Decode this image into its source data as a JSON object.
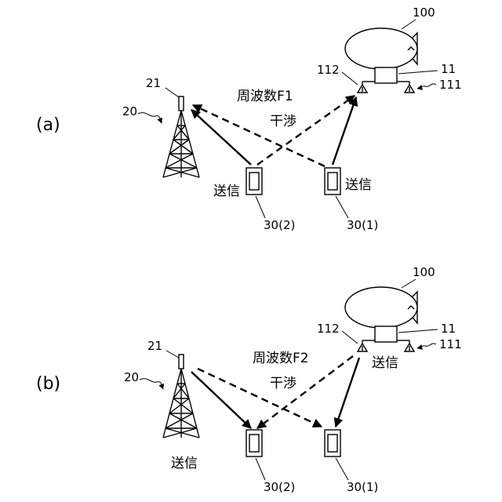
{
  "colors": {
    "line": "#000000",
    "background": "#ffffff"
  },
  "panels": [
    {
      "panel_label": "(a)",
      "frequency_label": "周波数F1",
      "interference_label": "干渉",
      "tower_ref": "20",
      "antenna_ref": "21",
      "airship_ref": "100",
      "gondola_ref": "11",
      "antenna_left_ref": "112",
      "antenna_right_ref": "111",
      "terminal_left_ref": "30(2)",
      "terminal_right_ref": "30(1)",
      "terminal_left_tx": "送信",
      "terminal_right_tx": "送信"
    },
    {
      "panel_label": "(b)",
      "frequency_label": "周波数F2",
      "interference_label": "干渉",
      "tower_ref": "20",
      "antenna_ref": "21",
      "airship_ref": "100",
      "gondola_ref": "11",
      "antenna_left_ref": "112",
      "antenna_right_ref": "111",
      "terminal_left_ref": "30(2)",
      "terminal_right_ref": "30(1)",
      "airship_tx": "送信",
      "tower_tx": "送信"
    }
  ]
}
